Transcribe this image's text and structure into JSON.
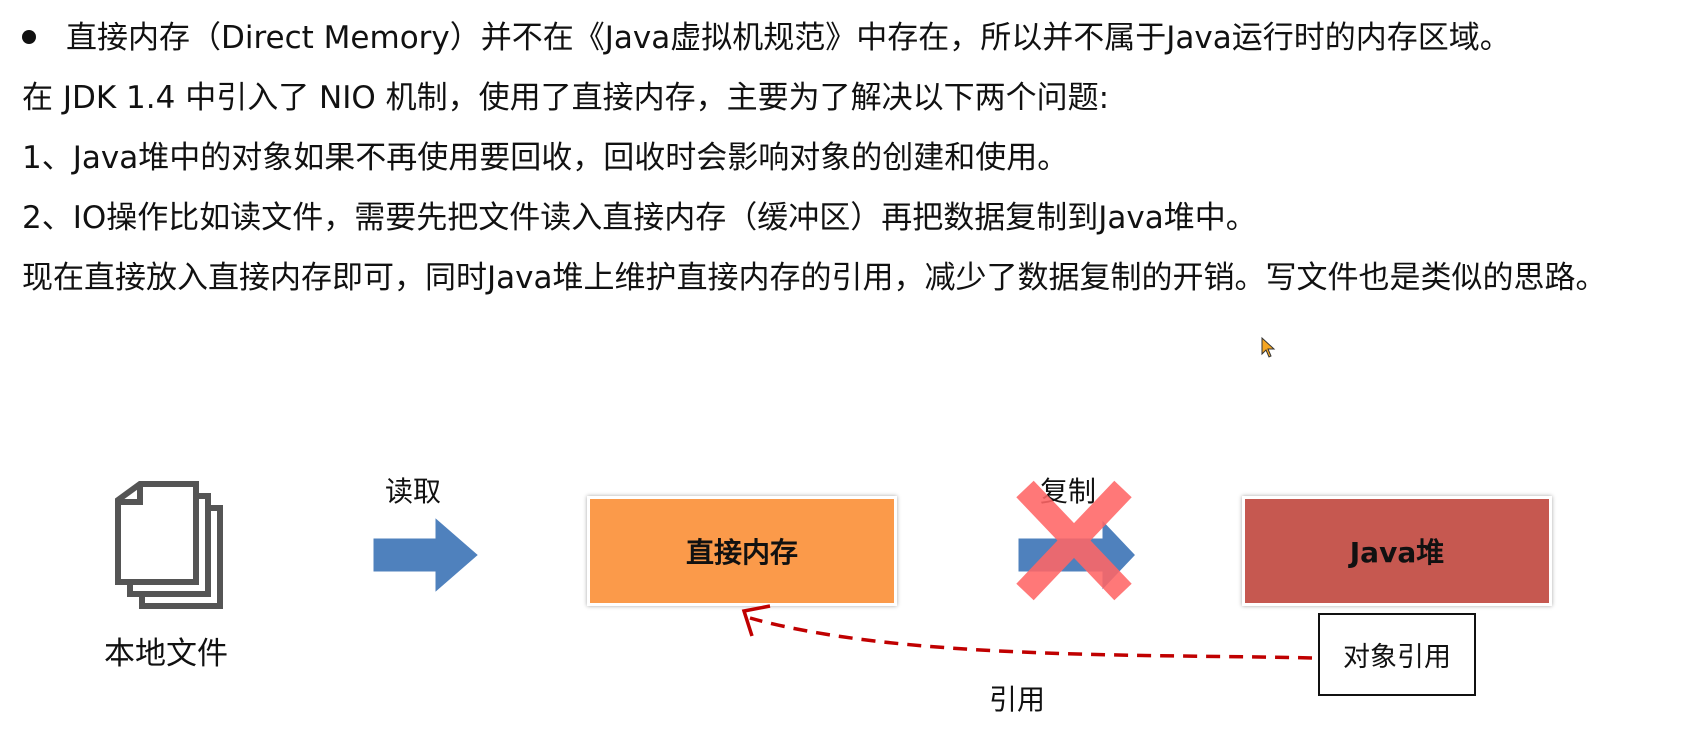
{
  "text": {
    "line1": "直接内存（Direct Memory）并不在《Java虚拟机规范》中存在，所以并不属于Java运行时的内存区域。",
    "line2": "在 JDK 1.4 中引入了 NIO 机制，使用了直接内存，主要为了解决以下两个问题:",
    "line3": "1、Java堆中的对象如果不再使用要回收，回收时会影响对象的创建和使用。",
    "line4": "2、IO操作比如读文件，需要先把文件读入直接内存（缓冲区）再把数据复制到Java堆中。",
    "line5": "现在直接放入直接内存即可，同时Java堆上维护直接内存的引用，减少了数据复制的开销。写文件也是类似的思路。"
  },
  "diagram": {
    "local_file_label": "本地文件",
    "read_label": "读取",
    "direct_memory_label": "直接内存",
    "copy_label": "复制",
    "java_heap_label": "Java堆",
    "object_ref_label": "对象引用",
    "reference_label": "引用"
  },
  "colors": {
    "direct_memory_fill": "#FB9A4A",
    "java_heap_fill": "#C65850",
    "arrow_blue": "#4F81BD",
    "cross_red": "#FF6666",
    "dashed_red": "#C00000"
  },
  "icons": {
    "file_stack": "file-stack-icon",
    "cursor": "mouse-cursor-icon"
  }
}
